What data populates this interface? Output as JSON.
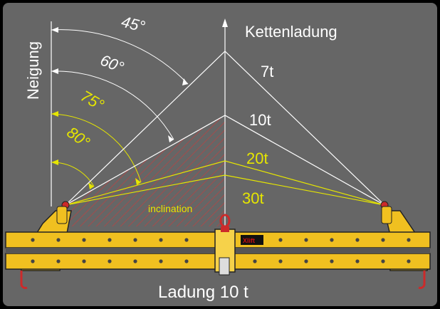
{
  "colors": {
    "background": "#666666",
    "frame": "#000000",
    "line_white": "#ffffff",
    "line_yellow": "#e6e600",
    "beam_yellow": "#f0c020",
    "beam_outline": "#222222",
    "hatch_red": "#c04040",
    "hook_red": "#cc2a2a",
    "logo_red": "#cc1111"
  },
  "labels": {
    "angle_axis": "Neigung",
    "chain_load": "Kettenladung",
    "inclination": "inclination",
    "load": "Ladung 10 t",
    "brand": "Xlift"
  },
  "angles": [
    {
      "label": "45°",
      "color": "white"
    },
    {
      "label": "60°",
      "color": "white"
    },
    {
      "label": "75°",
      "color": "yellow"
    },
    {
      "label": "80°",
      "color": "yellow"
    }
  ],
  "loads": [
    {
      "label": "7t",
      "color": "white"
    },
    {
      "label": "10t",
      "color": "white"
    },
    {
      "label": "20t",
      "color": "yellow"
    },
    {
      "label": "30t",
      "color": "yellow"
    }
  ],
  "icons": {
    "hook": "lifting-hook-icon",
    "shackle": "shackle-icon",
    "logo": "xlift-logo-icon"
  }
}
